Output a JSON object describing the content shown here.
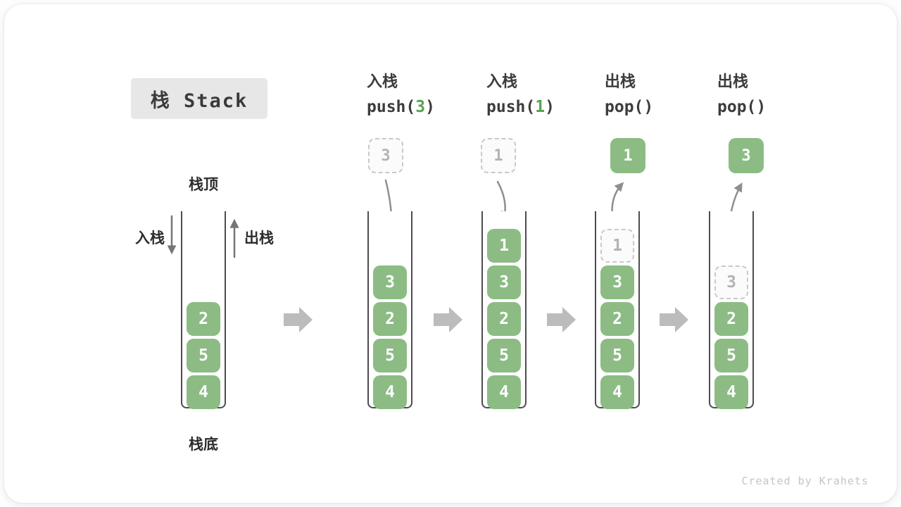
{
  "title": {
    "text": "栈 Stack"
  },
  "labels": {
    "stack_top": "栈顶",
    "stack_bottom": "栈底",
    "push_side": "入栈",
    "pop_side": "出栈"
  },
  "watermark": "Created by Krahets",
  "colors": {
    "element_green": "#8cbc84",
    "accent_green": "#56a352",
    "dashed_border": "#c9c9c9",
    "ghost_text": "#b3b3b3",
    "curved_arrow": "#8f8f8f",
    "straight_arrow": "#757575",
    "block_arrow": "#bcbcbc",
    "wall": "#4d4d4d",
    "text_dark": "#3c3c3c",
    "title_bg": "#e7e7e7",
    "watermark_gray": "#c5c5c5"
  },
  "stages": [
    {
      "name": "initial",
      "items": [
        {
          "v": "2",
          "slot": 3
        },
        {
          "v": "5",
          "slot": 2
        },
        {
          "v": "4",
          "slot": 1
        }
      ]
    },
    {
      "name": "push-3",
      "op_zh": "入栈",
      "code_pre": "push(",
      "code_arg": "3",
      "code_post": ")",
      "top_box": {
        "style": "dashed",
        "value": "3"
      },
      "items": [
        {
          "v": "3",
          "slot": 4
        },
        {
          "v": "2",
          "slot": 3
        },
        {
          "v": "5",
          "slot": 2
        },
        {
          "v": "4",
          "slot": 1
        }
      ]
    },
    {
      "name": "push-1",
      "op_zh": "入栈",
      "code_pre": "push(",
      "code_arg": "1",
      "code_post": ")",
      "top_box": {
        "style": "dashed",
        "value": "1"
      },
      "items": [
        {
          "v": "1",
          "slot": 5
        },
        {
          "v": "3",
          "slot": 4
        },
        {
          "v": "2",
          "slot": 3
        },
        {
          "v": "5",
          "slot": 2
        },
        {
          "v": "4",
          "slot": 1
        }
      ]
    },
    {
      "name": "pop-first",
      "op_zh": "出栈",
      "code_pre": "pop(",
      "code_arg": "",
      "code_post": ")",
      "top_box": {
        "style": "solid",
        "value": "1"
      },
      "items": [
        {
          "v": "1",
          "slot": 5,
          "ghost": true
        },
        {
          "v": "3",
          "slot": 4
        },
        {
          "v": "2",
          "slot": 3
        },
        {
          "v": "5",
          "slot": 2
        },
        {
          "v": "4",
          "slot": 1
        }
      ]
    },
    {
      "name": "pop-second",
      "op_zh": "出栈",
      "code_pre": "pop(",
      "code_arg": "",
      "code_post": ")",
      "top_box": {
        "style": "solid",
        "value": "3"
      },
      "items": [
        {
          "v": "3",
          "slot": 4,
          "ghost": true
        },
        {
          "v": "2",
          "slot": 3
        },
        {
          "v": "5",
          "slot": 2
        },
        {
          "v": "4",
          "slot": 1
        }
      ]
    }
  ]
}
